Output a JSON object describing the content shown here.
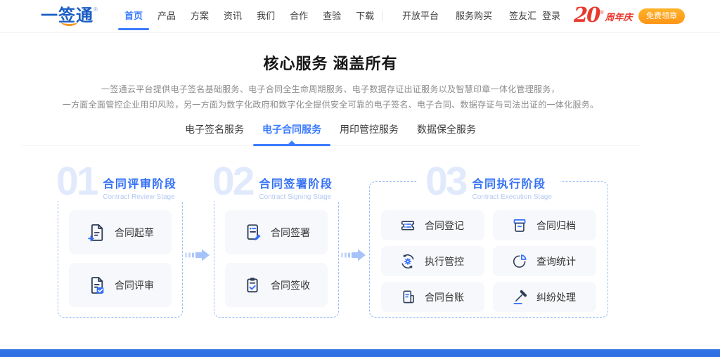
{
  "brand": {
    "name": "一签通",
    "registered_mark": "®"
  },
  "nav": {
    "items": [
      {
        "label": "首页",
        "active": true
      },
      {
        "label": "产品",
        "active": false
      },
      {
        "label": "方案",
        "active": false
      },
      {
        "label": "资讯",
        "active": false
      },
      {
        "label": "我们",
        "active": false
      },
      {
        "label": "合作",
        "active": false
      },
      {
        "label": "查验",
        "active": false
      },
      {
        "label": "下载",
        "active": false
      }
    ],
    "secondary_items": [
      {
        "label": "开放平台"
      },
      {
        "label": "服务购买"
      },
      {
        "label": "签友汇"
      }
    ],
    "login_label": "登录",
    "anniversary": {
      "number": "20",
      "mark": "®",
      "suffix": "周年庆"
    },
    "cta_label": "免费领章"
  },
  "hero": {
    "title": "核心服务 涵盖所有",
    "description_line1": "一签通云平台提供电子签名基础服务、电子合同全生命周期服务、电子数据存证出证服务以及智慧印章一体化管理服务，",
    "description_line2": "一方面全面管控企业用印风险，另一方面为数字化政府和数字化全提供安全可靠的电子签名、电子合同、数据存证与司法出证的一体化服务。"
  },
  "tabs": [
    {
      "label": "电子签名服务",
      "active": false
    },
    {
      "label": "电子合同服务",
      "active": true
    },
    {
      "label": "用印管控服务",
      "active": false
    },
    {
      "label": "数据保全服务",
      "active": false
    }
  ],
  "stages": [
    {
      "number": "01",
      "title": "合同评审阶段",
      "subtitle": "Contract Review Stage",
      "items": [
        {
          "label": "合同起草",
          "icon": "document-plus-icon"
        },
        {
          "label": "合同评审",
          "icon": "document-check-icon"
        }
      ]
    },
    {
      "number": "02",
      "title": "合同签署阶段",
      "subtitle": "Contract Signing Stage",
      "items": [
        {
          "label": "合同签署",
          "icon": "document-edit-icon"
        },
        {
          "label": "合同签收",
          "icon": "clipboard-check-icon"
        }
      ]
    },
    {
      "number": "03",
      "title": "合同执行阶段",
      "subtitle": "Contract Execution Stage",
      "items": [
        {
          "label": "合同登记",
          "icon": "ticket-list-icon"
        },
        {
          "label": "合同归档",
          "icon": "archive-box-icon"
        },
        {
          "label": "执行管控",
          "icon": "gear-sync-icon"
        },
        {
          "label": "查询统计",
          "icon": "pie-chart-icon"
        },
        {
          "label": "合同台账",
          "icon": "ledger-icon"
        },
        {
          "label": "纠纷处理",
          "icon": "gavel-icon"
        }
      ]
    }
  ],
  "colors": {
    "accent_blue": "#3b7bff",
    "stage_title_blue": "#3370f5",
    "stage_number_blue": "#e1eafc",
    "stage_subtitle_blue": "#b4c9f3",
    "dashed_border_blue": "#9cbdf6",
    "item_background": "#f7f8fb",
    "icon_navy": "#2e3d58",
    "cta_orange": "#ff9c1f",
    "anniversary_red": "#e8392d",
    "logo_blue": "#1c5ec4",
    "footer_blue": "#2e70e4"
  }
}
